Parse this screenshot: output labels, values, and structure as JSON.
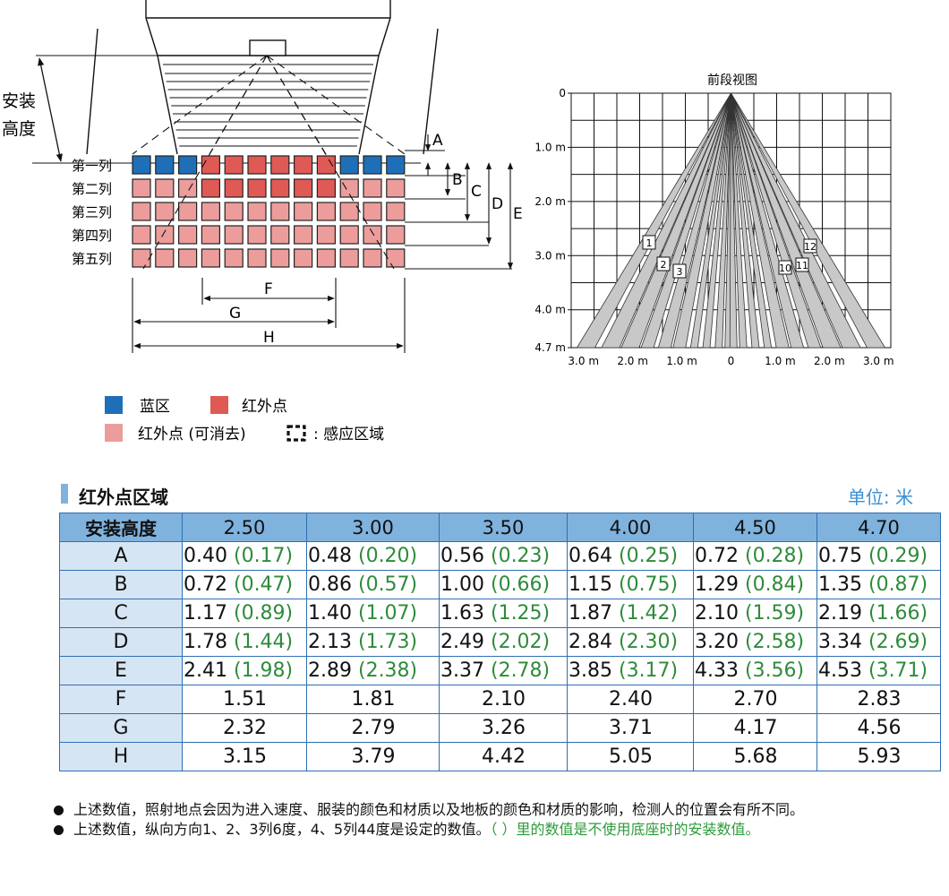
{
  "diagram": {
    "install_height_label": [
      "安装",
      "高度"
    ],
    "rows": [
      "第一列",
      "第二列",
      "第三列",
      "第四列",
      "第五列"
    ],
    "dim_letters": [
      "A",
      "B",
      "C",
      "D",
      "E",
      "F",
      "G",
      "H"
    ]
  },
  "front_view": {
    "title": "前段视图",
    "y_ticks": [
      "0",
      "1.0 m",
      "2.0 m",
      "3.0 m",
      "4.0 m",
      "4.7 m"
    ],
    "x_ticks": [
      "3.0 m",
      "2.0 m",
      "1.0 m",
      "0",
      "1.0 m",
      "2.0 m",
      "3.0 m"
    ],
    "beam_labels": [
      "1",
      "2",
      "3",
      "10",
      "11",
      "12"
    ]
  },
  "legend": {
    "blue": "蓝区",
    "red": "红外点",
    "pink": "红外点 (可消去)",
    "zone": ": 感应区域"
  },
  "colors": {
    "blue": "#1f6fb8",
    "red": "#e05a55",
    "pink": "#ec9d9b",
    "header": "#7fb2dd",
    "rowhead": "#d6e5f3",
    "green": "#2e8b3b"
  },
  "table": {
    "title": "红外点区域",
    "unit": "单位: 米",
    "row_header_title": "安装高度",
    "columns": [
      "2.50",
      "3.00",
      "3.50",
      "4.00",
      "4.50",
      "4.70"
    ],
    "rows": [
      {
        "label": "A",
        "values": [
          "0.40",
          "0.48",
          "0.56",
          "0.64",
          "0.72",
          "0.75"
        ],
        "alt": [
          "(0.17)",
          "(0.20)",
          "(0.23)",
          "(0.25)",
          "(0.28)",
          "(0.29)"
        ]
      },
      {
        "label": "B",
        "values": [
          "0.72",
          "0.86",
          "1.00",
          "1.15",
          "1.29",
          "1.35"
        ],
        "alt": [
          "(0.47)",
          "(0.57)",
          "(0.66)",
          "(0.75)",
          "(0.84)",
          "(0.87)"
        ]
      },
      {
        "label": "C",
        "values": [
          "1.17",
          "1.40",
          "1.63",
          "1.87",
          "2.10",
          "2.19"
        ],
        "alt": [
          "(0.89)",
          "(1.07)",
          "(1.25)",
          "(1.42)",
          "(1.59)",
          "(1.66)"
        ]
      },
      {
        "label": "D",
        "values": [
          "1.78",
          "2.13",
          "2.49",
          "2.84",
          "3.20",
          "3.34"
        ],
        "alt": [
          "(1.44)",
          "(1.73)",
          "(2.02)",
          "(2.30)",
          "(2.58)",
          "(2.69)"
        ]
      },
      {
        "label": "E",
        "values": [
          "2.41",
          "2.89",
          "3.37",
          "3.85",
          "4.33",
          "4.53"
        ],
        "alt": [
          "(1.98)",
          "(2.38)",
          "(2.78)",
          "(3.17)",
          "(3.56)",
          "(3.71)"
        ]
      },
      {
        "label": "F",
        "values": [
          "1.51",
          "1.81",
          "2.10",
          "2.40",
          "2.70",
          "2.83"
        ]
      },
      {
        "label": "G",
        "values": [
          "2.32",
          "2.79",
          "3.26",
          "3.71",
          "4.17",
          "4.56"
        ]
      },
      {
        "label": "H",
        "values": [
          "3.15",
          "3.79",
          "4.42",
          "5.05",
          "5.68",
          "5.93"
        ]
      }
    ]
  },
  "notes": [
    {
      "text": "上述数值，照射地点会因为进入速度、服装的颜色和材质以及地板的颜色和材质的影响，检测人的位置会有所不同。"
    },
    {
      "text": "上述数值，纵向方向1、2、3列6度，4、5列44度是设定的数值。",
      "green": "（ ）里的数值是不使用底座时的安装数值。"
    }
  ]
}
